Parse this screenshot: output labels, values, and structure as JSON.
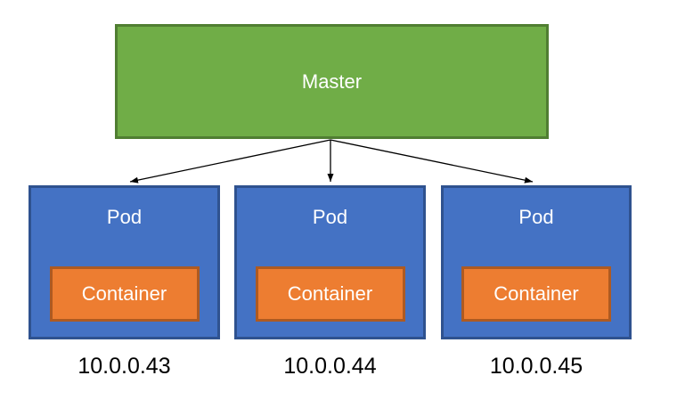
{
  "diagram": {
    "master": {
      "label": "Master"
    },
    "pods": [
      {
        "label": "Pod",
        "container_label": "Container",
        "ip": "10.0.0.43"
      },
      {
        "label": "Pod",
        "container_label": "Container",
        "ip": "10.0.0.44"
      },
      {
        "label": "Pod",
        "container_label": "Container",
        "ip": "10.0.0.45"
      }
    ],
    "colors": {
      "master_fill": "#70AD47",
      "master_border": "#507E32",
      "pod_fill": "#4472C4",
      "pod_border": "#2F528F",
      "container_fill": "#ED7D31",
      "container_border": "#AE5A21",
      "arrow": "#000000"
    }
  }
}
